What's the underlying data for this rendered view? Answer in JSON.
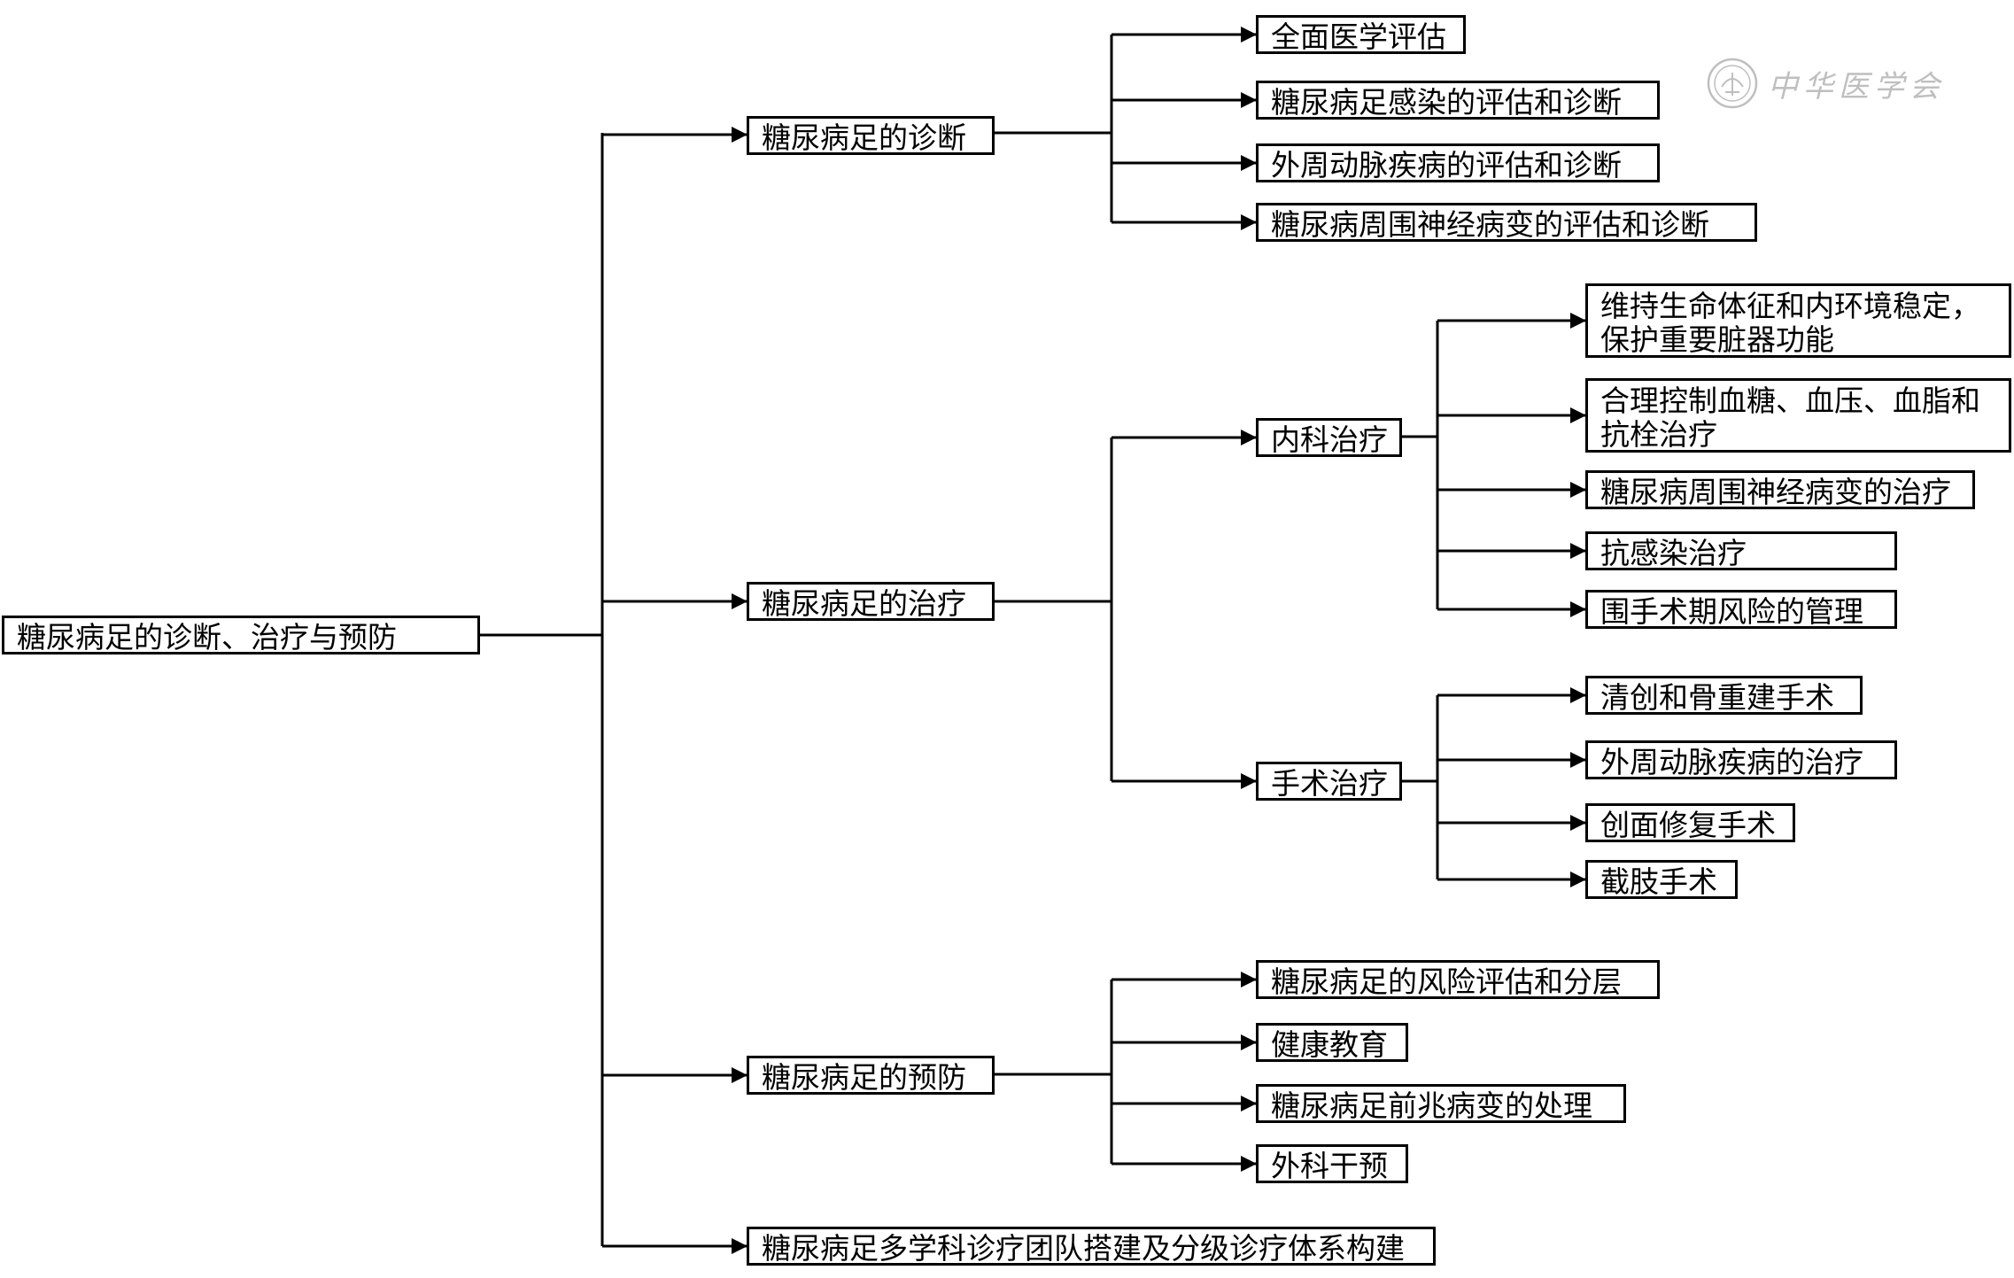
{
  "title": "糖尿病足的诊断、治疗与预防",
  "logo": {
    "text": "中华医学会",
    "icon": "society-seal-icon",
    "color": "#bfbfbf"
  },
  "diagnosis": {
    "label": "糖尿病足的诊断",
    "items": [
      "全面医学评估",
      "糖尿病足感染的评估和诊断",
      "外周动脉疾病的评估和诊断",
      "糖尿病周围神经病变的评估和诊断"
    ]
  },
  "treatment": {
    "label": "糖尿病足的治疗",
    "medical": {
      "label": "内科治疗",
      "items": [
        {
          "line1": "维持生命体征和内环境稳定，",
          "line2": "保护重要脏器功能"
        },
        {
          "line1": "合理控制血糖、血压、血脂和",
          "line2": "抗栓治疗"
        },
        {
          "line1": "糖尿病周围神经病变的治疗"
        },
        {
          "line1": "抗感染治疗"
        },
        {
          "line1": "围手术期风险的管理"
        }
      ]
    },
    "surgical": {
      "label": "手术治疗",
      "items": [
        "清创和骨重建手术",
        "外周动脉疾病的治疗",
        "创面修复手术",
        "截肢手术"
      ]
    }
  },
  "prevention": {
    "label": "糖尿病足的预防",
    "items": [
      "糖尿病足的风险评估和分层",
      "健康教育",
      "糖尿病足前兆病变的处理",
      "外科干预"
    ]
  },
  "mdt": {
    "label": "糖尿病足多学科诊疗团队搭建及分级诊疗体系构建"
  }
}
